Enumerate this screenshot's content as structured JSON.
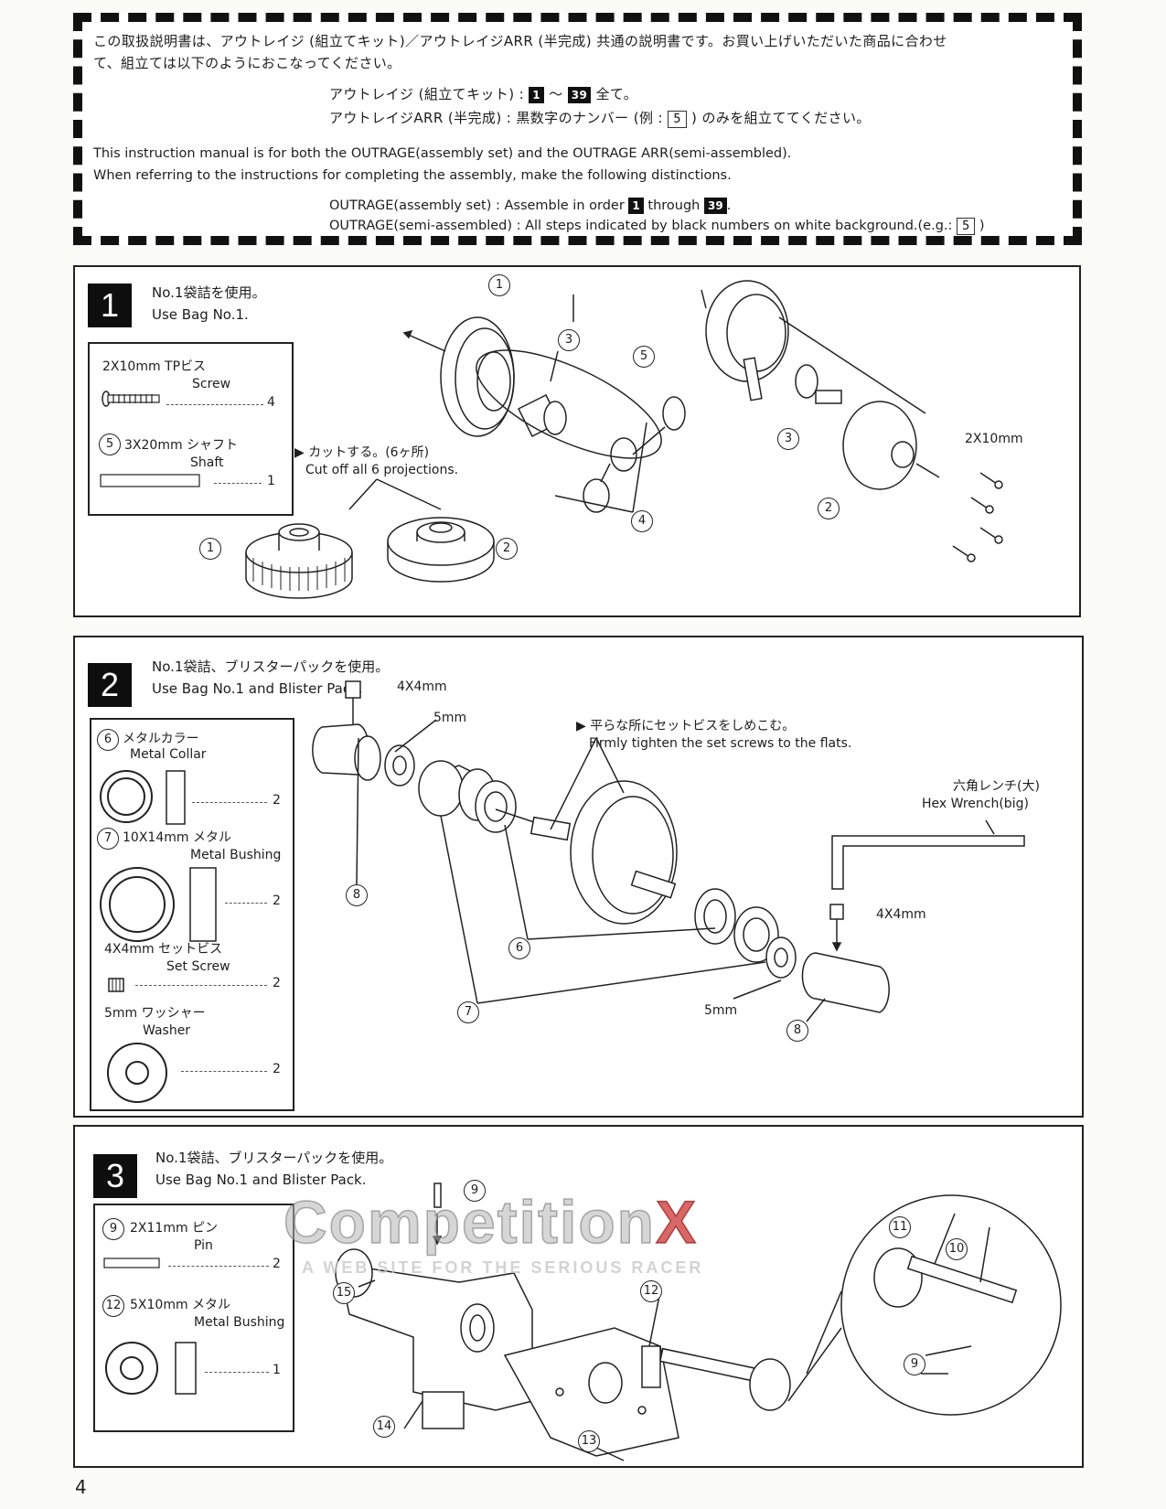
{
  "notice": {
    "jp_line1": "この取扱説明書は、アウトレイジ (組立てキット)／アウトレイジARR (半完成) 共通の説明書です。お買い上げいただいた商品に合わせ",
    "jp_line2": "て、組立ては以下のようにおこなってください。",
    "jp_kit_prefix": "アウトレイジ (組立てキット) :",
    "jp_kit_from": "1",
    "jp_kit_tilde": "〜",
    "jp_kit_to": "39",
    "jp_kit_suffix": "全て。",
    "jp_arr_prefix": "アウトレイジARR (半完成) : 黒数字のナンバー (例 :",
    "jp_arr_example": "5",
    "jp_arr_suffix": ") のみを組立ててください。",
    "en_line1": "This instruction manual is for both the OUTRAGE(assembly set) and the OUTRAGE ARR(semi-assembled).",
    "en_line2": "When referring to the instructions for completing the assembly, make the following distinctions.",
    "en_kit_prefix": "OUTRAGE(assembly set) : Assemble in order",
    "en_kit_from": "1",
    "en_kit_through": "through",
    "en_kit_to": "39",
    "en_kit_suffix": ".",
    "en_arr_prefix": "OUTRAGE(semi-assembled) : All steps indicated by black numbers on white background.(e.g.:",
    "en_arr_example": "5",
    "en_arr_suffix": ")"
  },
  "step1": {
    "number": "1",
    "jp": "No.1袋詰を使用。",
    "en": "Use Bag No.1.",
    "parts": {
      "screw_jp": "2X10mm TPビス",
      "screw_en": "Screw",
      "screw_qty": "4",
      "shaft_num": "5",
      "shaft_jp": "3X20mm シャフト",
      "shaft_en": "Shaft",
      "shaft_qty": "1"
    },
    "cut_jp": "▶ カットする。(6ヶ所)",
    "cut_en": "Cut off all 6 projections.",
    "screw_label": "2X10mm",
    "callouts": [
      "1",
      "2",
      "3",
      "4",
      "5"
    ]
  },
  "step2": {
    "number": "2",
    "jp": "No.1袋詰、ブリスターパックを使用。",
    "en": "Use Bag No.1 and Blister Pack.",
    "parts": {
      "collar_num": "6",
      "collar_jp": "メタルカラー",
      "collar_en": "Metal Collar",
      "collar_qty": "2",
      "bushing_num": "7",
      "bushing_jp": "10X14mm メタル",
      "bushing_en": "Metal Bushing",
      "bushing_qty": "2",
      "setscrew_jp": "4X4mm セットビス",
      "setscrew_en": "Set Screw",
      "setscrew_qty": "2",
      "washer_jp": "5mm ワッシャー",
      "washer_en": "Washer",
      "washer_qty": "2"
    },
    "label_4x4": "4X4mm",
    "label_5mm": "5mm",
    "tighten_jp": "▶ 平らな所にセットビスをしめこむ。",
    "tighten_en": "Firmly tighten the set screws to the flats.",
    "wrench_jp": "六角レンチ(大)",
    "wrench_en": "Hex Wrench(big)",
    "callouts": [
      "6",
      "7",
      "8"
    ]
  },
  "step3": {
    "number": "3",
    "jp": "No.1袋詰、ブリスターパックを使用。",
    "en": "Use Bag No.1 and Blister Pack.",
    "parts": {
      "pin_num": "9",
      "pin_jp": "2X11mm ピン",
      "pin_en": "Pin",
      "pin_qty": "2",
      "bush_num": "12",
      "bush_jp": "5X10mm メタル",
      "bush_en": "Metal Bushing",
      "bush_qty": "1"
    },
    "callouts": [
      "9",
      "10",
      "11",
      "12",
      "13",
      "14",
      "15"
    ]
  },
  "watermark": {
    "line1_a": "Competition",
    "line1_b": "X",
    "line2": "A WEB SITE FOR THE SERIOUS RACER"
  },
  "page_number": "4"
}
